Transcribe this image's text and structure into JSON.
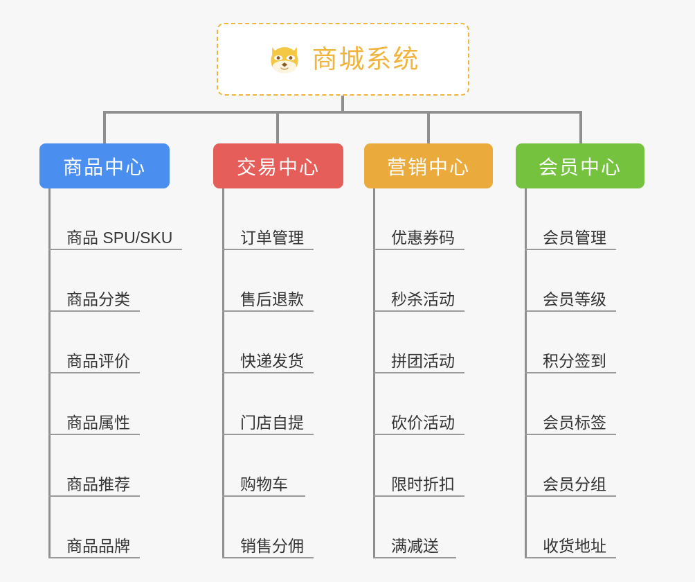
{
  "root": {
    "title": "商城系统",
    "icon": "shiba-dog-face-icon",
    "border_color": "#f0b43c",
    "text_color": "#f0b43c"
  },
  "background_color": "#f7f7f7",
  "connector_color": "#8f8f8f",
  "categories": [
    {
      "label": "商品中心",
      "color": "#4a8ef0",
      "items": [
        "商品 SPU/SKU",
        "商品分类",
        "商品评价",
        "商品属性",
        "商品推荐",
        "商品品牌"
      ]
    },
    {
      "label": "交易中心",
      "color": "#e55e5a",
      "items": [
        "订单管理",
        "售后退款",
        "快递发货",
        "门店自提",
        "购物车",
        "销售分佣"
      ]
    },
    {
      "label": "营销中心",
      "color": "#eaaa3c",
      "items": [
        "优惠券码",
        "秒杀活动",
        "拼团活动",
        "砍价活动",
        "限时折扣",
        "满减送"
      ]
    },
    {
      "label": "会员中心",
      "color": "#74c23e",
      "items": [
        "会员管理",
        "会员等级",
        "积分签到",
        "会员标签",
        "会员分组",
        "收货地址"
      ]
    }
  ]
}
